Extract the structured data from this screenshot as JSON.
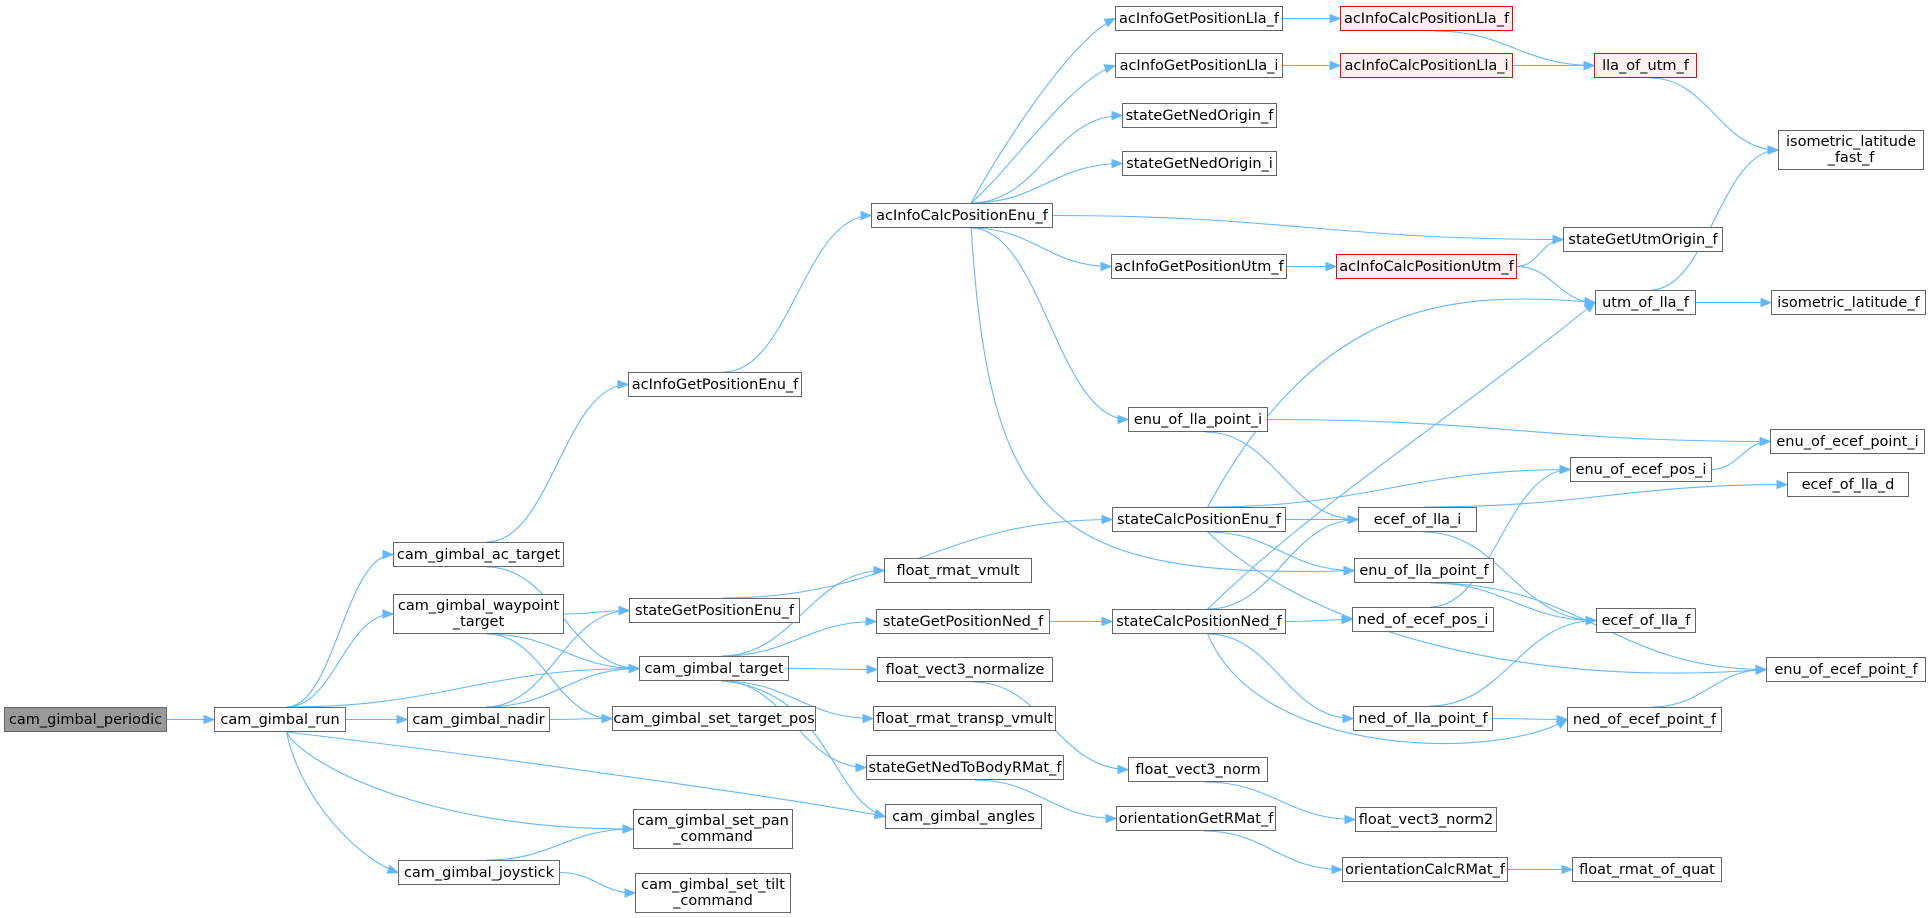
{
  "colors": {
    "edge": "#63b8ff",
    "node_border": "#666666",
    "root_fill": "#999999",
    "truncated_border": "#ff0000",
    "truncated_fill": "#fff0f0"
  },
  "nodes": {
    "cam_gimbal_periodic": "cam_gimbal_periodic",
    "cam_gimbal_run": "cam_gimbal_run",
    "cam_gimbal_ac_target": "cam_gimbal_ac_target",
    "cam_gimbal_waypoint_target": "cam_gimbal_waypoint\n_target",
    "cam_gimbal_nadir": "cam_gimbal_nadir",
    "cam_gimbal_joystick": "cam_gimbal_joystick",
    "acInfoGetPositionEnu_f": "acInfoGetPositionEnu_f",
    "stateGetPositionEnu_f": "stateGetPositionEnu_f",
    "cam_gimbal_target": "cam_gimbal_target",
    "cam_gimbal_set_target_pos": "cam_gimbal_set_target_pos",
    "cam_gimbal_set_pan_command": "cam_gimbal_set_pan\n_command",
    "cam_gimbal_set_tilt_command": "cam_gimbal_set_tilt\n_command",
    "acInfoCalcPositionEnu_f": "acInfoCalcPositionEnu_f",
    "float_rmat_vmult": "float_rmat_vmult",
    "stateGetPositionNed_f": "stateGetPositionNed_f",
    "float_vect3_normalize": "float_vect3_normalize",
    "float_rmat_transp_vmult": "float_rmat_transp_vmult",
    "stateGetNedToBodyRMat_f": "stateGetNedToBodyRMat_f",
    "cam_gimbal_angles": "cam_gimbal_angles",
    "acInfoGetPositionLla_f": "acInfoGetPositionLla_f",
    "acInfoGetPositionLla_i": "acInfoGetPositionLla_i",
    "stateGetNedOrigin_f": "stateGetNedOrigin_f",
    "stateGetNedOrigin_i": "stateGetNedOrigin_i",
    "acInfoGetPositionUtm_f": "acInfoGetPositionUtm_f",
    "enu_of_lla_point_i": "enu_of_lla_point_i",
    "stateCalcPositionEnu_f": "stateCalcPositionEnu_f",
    "stateCalcPositionNed_f": "stateCalcPositionNed_f",
    "float_vect3_norm": "float_vect3_norm",
    "orientationGetRMat_f": "orientationGetRMat_f",
    "acInfoCalcPositionLla_f": "acInfoCalcPositionLla_f",
    "acInfoCalcPositionLla_i": "acInfoCalcPositionLla_i",
    "acInfoCalcPositionUtm_f": "acInfoCalcPositionUtm_f",
    "ecef_of_lla_i": "ecef_of_lla_i",
    "enu_of_lla_point_f": "enu_of_lla_point_f",
    "ned_of_ecef_pos_i": "ned_of_ecef_pos_i",
    "ned_of_lla_point_f": "ned_of_lla_point_f",
    "float_vect3_norm2": "float_vect3_norm2",
    "orientationCalcRMat_f": "orientationCalcRMat_f",
    "lla_of_utm_f": "lla_of_utm_f",
    "stateGetUtmOrigin_f": "stateGetUtmOrigin_f",
    "utm_of_lla_f": "utm_of_lla_f",
    "enu_of_ecef_pos_i": "enu_of_ecef_pos_i",
    "ecef_of_lla_f": "ecef_of_lla_f",
    "ned_of_ecef_point_f": "ned_of_ecef_point_f",
    "float_rmat_of_quat": "float_rmat_of_quat",
    "isometric_latitude_fast_f": "isometric_latitude\n_fast_f",
    "isometric_latitude_f": "isometric_latitude_f",
    "enu_of_ecef_point_i": "enu_of_ecef_point_i",
    "ecef_of_lla_d": "ecef_of_lla_d",
    "enu_of_ecef_point_f": "enu_of_ecef_point_f"
  },
  "edges": [
    [
      "cam_gimbal_periodic",
      "cam_gimbal_run"
    ],
    [
      "cam_gimbal_run",
      "cam_gimbal_ac_target"
    ],
    [
      "cam_gimbal_run",
      "cam_gimbal_waypoint_target"
    ],
    [
      "cam_gimbal_run",
      "cam_gimbal_target"
    ],
    [
      "cam_gimbal_run",
      "cam_gimbal_nadir"
    ],
    [
      "cam_gimbal_run",
      "cam_gimbal_joystick"
    ],
    [
      "cam_gimbal_run",
      "cam_gimbal_set_pan_command"
    ],
    [
      "cam_gimbal_run",
      "cam_gimbal_angles"
    ],
    [
      "cam_gimbal_ac_target",
      "acInfoGetPositionEnu_f"
    ],
    [
      "cam_gimbal_ac_target",
      "cam_gimbal_target"
    ],
    [
      "cam_gimbal_waypoint_target",
      "stateGetPositionEnu_f"
    ],
    [
      "cam_gimbal_waypoint_target",
      "cam_gimbal_target"
    ],
    [
      "cam_gimbal_waypoint_target",
      "cam_gimbal_set_target_pos"
    ],
    [
      "cam_gimbal_nadir",
      "stateGetPositionEnu_f"
    ],
    [
      "cam_gimbal_nadir",
      "cam_gimbal_target"
    ],
    [
      "cam_gimbal_nadir",
      "cam_gimbal_set_target_pos"
    ],
    [
      "cam_gimbal_joystick",
      "cam_gimbal_set_pan_command"
    ],
    [
      "cam_gimbal_joystick",
      "cam_gimbal_set_tilt_command"
    ],
    [
      "acInfoGetPositionEnu_f",
      "acInfoCalcPositionEnu_f"
    ],
    [
      "stateGetPositionEnu_f",
      "stateCalcPositionEnu_f"
    ],
    [
      "cam_gimbal_target",
      "float_rmat_vmult"
    ],
    [
      "cam_gimbal_target",
      "stateGetPositionNed_f"
    ],
    [
      "cam_gimbal_target",
      "float_vect3_normalize"
    ],
    [
      "cam_gimbal_target",
      "float_rmat_transp_vmult"
    ],
    [
      "cam_gimbal_target",
      "stateGetNedToBodyRMat_f"
    ],
    [
      "cam_gimbal_target",
      "cam_gimbal_angles"
    ],
    [
      "acInfoCalcPositionEnu_f",
      "acInfoGetPositionLla_f"
    ],
    [
      "acInfoCalcPositionEnu_f",
      "acInfoGetPositionLla_i"
    ],
    [
      "acInfoCalcPositionEnu_f",
      "stateGetNedOrigin_f"
    ],
    [
      "acInfoCalcPositionEnu_f",
      "stateGetNedOrigin_i"
    ],
    [
      "acInfoCalcPositionEnu_f",
      "stateGetUtmOrigin_f"
    ],
    [
      "acInfoCalcPositionEnu_f",
      "acInfoGetPositionUtm_f"
    ],
    [
      "acInfoCalcPositionEnu_f",
      "enu_of_lla_point_i"
    ],
    [
      "acInfoCalcPositionEnu_f",
      "enu_of_lla_point_f"
    ],
    [
      "stateGetPositionNed_f",
      "stateCalcPositionNed_f"
    ],
    [
      "float_vect3_normalize",
      "float_vect3_norm"
    ],
    [
      "stateGetNedToBodyRMat_f",
      "orientationGetRMat_f"
    ],
    [
      "acInfoGetPositionLla_f",
      "acInfoCalcPositionLla_f"
    ],
    [
      "acInfoGetPositionLla_i",
      "acInfoCalcPositionLla_i"
    ],
    [
      "acInfoGetPositionUtm_f",
      "acInfoCalcPositionUtm_f"
    ],
    [
      "enu_of_lla_point_i",
      "enu_of_ecef_point_i"
    ],
    [
      "enu_of_lla_point_i",
      "ecef_of_lla_i"
    ],
    [
      "stateCalcPositionEnu_f",
      "utm_of_lla_f"
    ],
    [
      "stateCalcPositionEnu_f",
      "enu_of_ecef_pos_i"
    ],
    [
      "stateCalcPositionEnu_f",
      "ecef_of_lla_i"
    ],
    [
      "stateCalcPositionEnu_f",
      "enu_of_lla_point_f"
    ],
    [
      "stateCalcPositionEnu_f",
      "enu_of_ecef_point_f"
    ],
    [
      "stateCalcPositionNed_f",
      "utm_of_lla_f"
    ],
    [
      "stateCalcPositionNed_f",
      "ecef_of_lla_i"
    ],
    [
      "stateCalcPositionNed_f",
      "ned_of_ecef_pos_i"
    ],
    [
      "stateCalcPositionNed_f",
      "ned_of_lla_point_f"
    ],
    [
      "stateCalcPositionNed_f",
      "ned_of_ecef_point_f"
    ],
    [
      "float_vect3_norm",
      "float_vect3_norm2"
    ],
    [
      "orientationGetRMat_f",
      "orientationCalcRMat_f"
    ],
    [
      "acInfoCalcPositionLla_f",
      "lla_of_utm_f"
    ],
    [
      "acInfoCalcPositionLla_i",
      "lla_of_utm_f"
    ],
    [
      "acInfoCalcPositionUtm_f",
      "stateGetUtmOrigin_f"
    ],
    [
      "acInfoCalcPositionUtm_f",
      "utm_of_lla_f"
    ],
    [
      "ecef_of_lla_i",
      "ecef_of_lla_d"
    ],
    [
      "ecef_of_lla_i",
      "ecef_of_lla_f"
    ],
    [
      "enu_of_lla_point_f",
      "ecef_of_lla_f"
    ],
    [
      "enu_of_lla_point_f",
      "enu_of_ecef_point_f"
    ],
    [
      "ned_of_ecef_pos_i",
      "enu_of_ecef_pos_i"
    ],
    [
      "ned_of_lla_point_f",
      "ecef_of_lla_f"
    ],
    [
      "ned_of_lla_point_f",
      "ned_of_ecef_point_f"
    ],
    [
      "ned_of_ecef_point_f",
      "enu_of_ecef_point_f"
    ],
    [
      "orientationCalcRMat_f",
      "float_rmat_of_quat"
    ],
    [
      "lla_of_utm_f",
      "isometric_latitude_fast_f"
    ],
    [
      "utm_of_lla_f",
      "isometric_latitude_fast_f"
    ],
    [
      "utm_of_lla_f",
      "isometric_latitude_f"
    ],
    [
      "enu_of_ecef_pos_i",
      "enu_of_ecef_point_i"
    ]
  ]
}
